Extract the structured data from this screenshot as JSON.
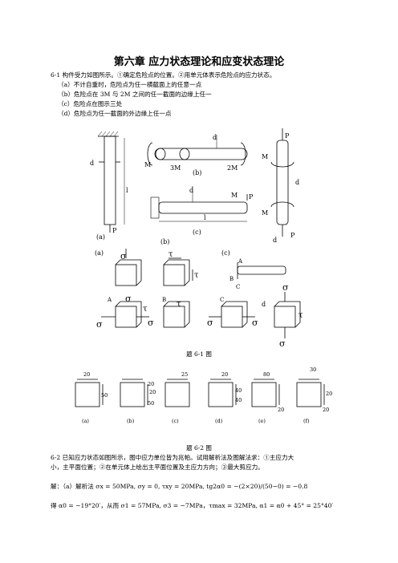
{
  "title": "第六章  应力状态理论和应变状态理论",
  "problem61": {
    "line1": "6-1 构件受力如图所示。①确定危险点的位置。②用单元体表示危险点的应力状态。",
    "a": "（a）不计自重时，危险点为任一横截面上的任意一点",
    "b": "（b）危险点在 3M 与 2M 之间的任一截面的边缘上任一",
    "c": "（c）危险点在图示三处",
    "d": "（d）危险点为任一截面的外边缘上任一点"
  },
  "fig61": {
    "caption": "题 6-1 图",
    "labels": {
      "a": "(a)",
      "b": "(b)",
      "c": "(c)",
      "d": "d",
      "P": "P",
      "M": "M",
      "l": "l",
      "m3": "3M",
      "m2": "2M",
      "A": "A",
      "B": "B",
      "C": "C",
      "sigma": "σ",
      "tau": "τ"
    }
  },
  "fig62": {
    "caption": "题 6-2 图",
    "panels": [
      {
        "label": "(a)",
        "top": "20",
        "side": "50"
      },
      {
        "label": "(b)",
        "top": "20",
        "side": "20",
        "bottom": "50"
      },
      {
        "label": "(c)",
        "top": "25"
      },
      {
        "label": "(d)",
        "top": "20",
        "side": "40",
        "bottom": "40"
      },
      {
        "label": "(e)",
        "top": "80",
        "side": "20"
      },
      {
        "label": "(f)",
        "top": "30",
        "side": "20",
        "bottom": "20"
      }
    ]
  },
  "problem62": {
    "line1": "6-2 已知应力状态如图所示，图中应力单位皆为兆帕。试用解析法及图解法求：①主应力大",
    "line2": "小，主平面位置；②在单元体上绘出主平面位置及主应力方向；③最大剪应力。",
    "solution": "解：（a）解析法 σx = 50MPa, σy = 0, τxy = 20MPa, tg2α0 = −(2×20)/(50−0) = −0.8",
    "result": "得 α0 = −19°20′，从而 σ1 = 57MPa, σ3 = −7MPa，τmax = 32MPa, α1 = α0 + 45° = 25°40′"
  }
}
